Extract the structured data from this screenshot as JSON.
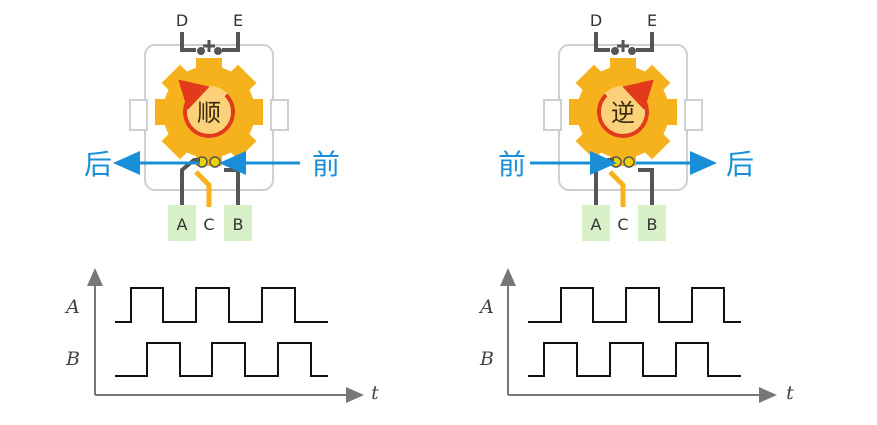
{
  "panels": [
    {
      "pin_top_left": "D",
      "pin_top_right": "E",
      "rotation_char": "顺",
      "label_left": "后",
      "label_right": "前",
      "pin_a": "A",
      "pin_c": "C",
      "pin_b": "B"
    },
    {
      "pin_top_left": "D",
      "pin_top_right": "E",
      "rotation_char": "逆",
      "label_left": "前",
      "label_right": "后",
      "pin_a": "A",
      "pin_c": "C",
      "pin_b": "B"
    }
  ],
  "timing": [
    {
      "signal_a": "A",
      "signal_b": "B",
      "axis": "t"
    },
    {
      "signal_a": "A",
      "signal_b": "B",
      "axis": "t"
    }
  ],
  "colors": {
    "gear": "#f5b21c",
    "arrow": "#e23a1a",
    "direction_text": "#1a8fd8",
    "pin_highlight": "#d8f0c8",
    "wire": "#444444"
  }
}
